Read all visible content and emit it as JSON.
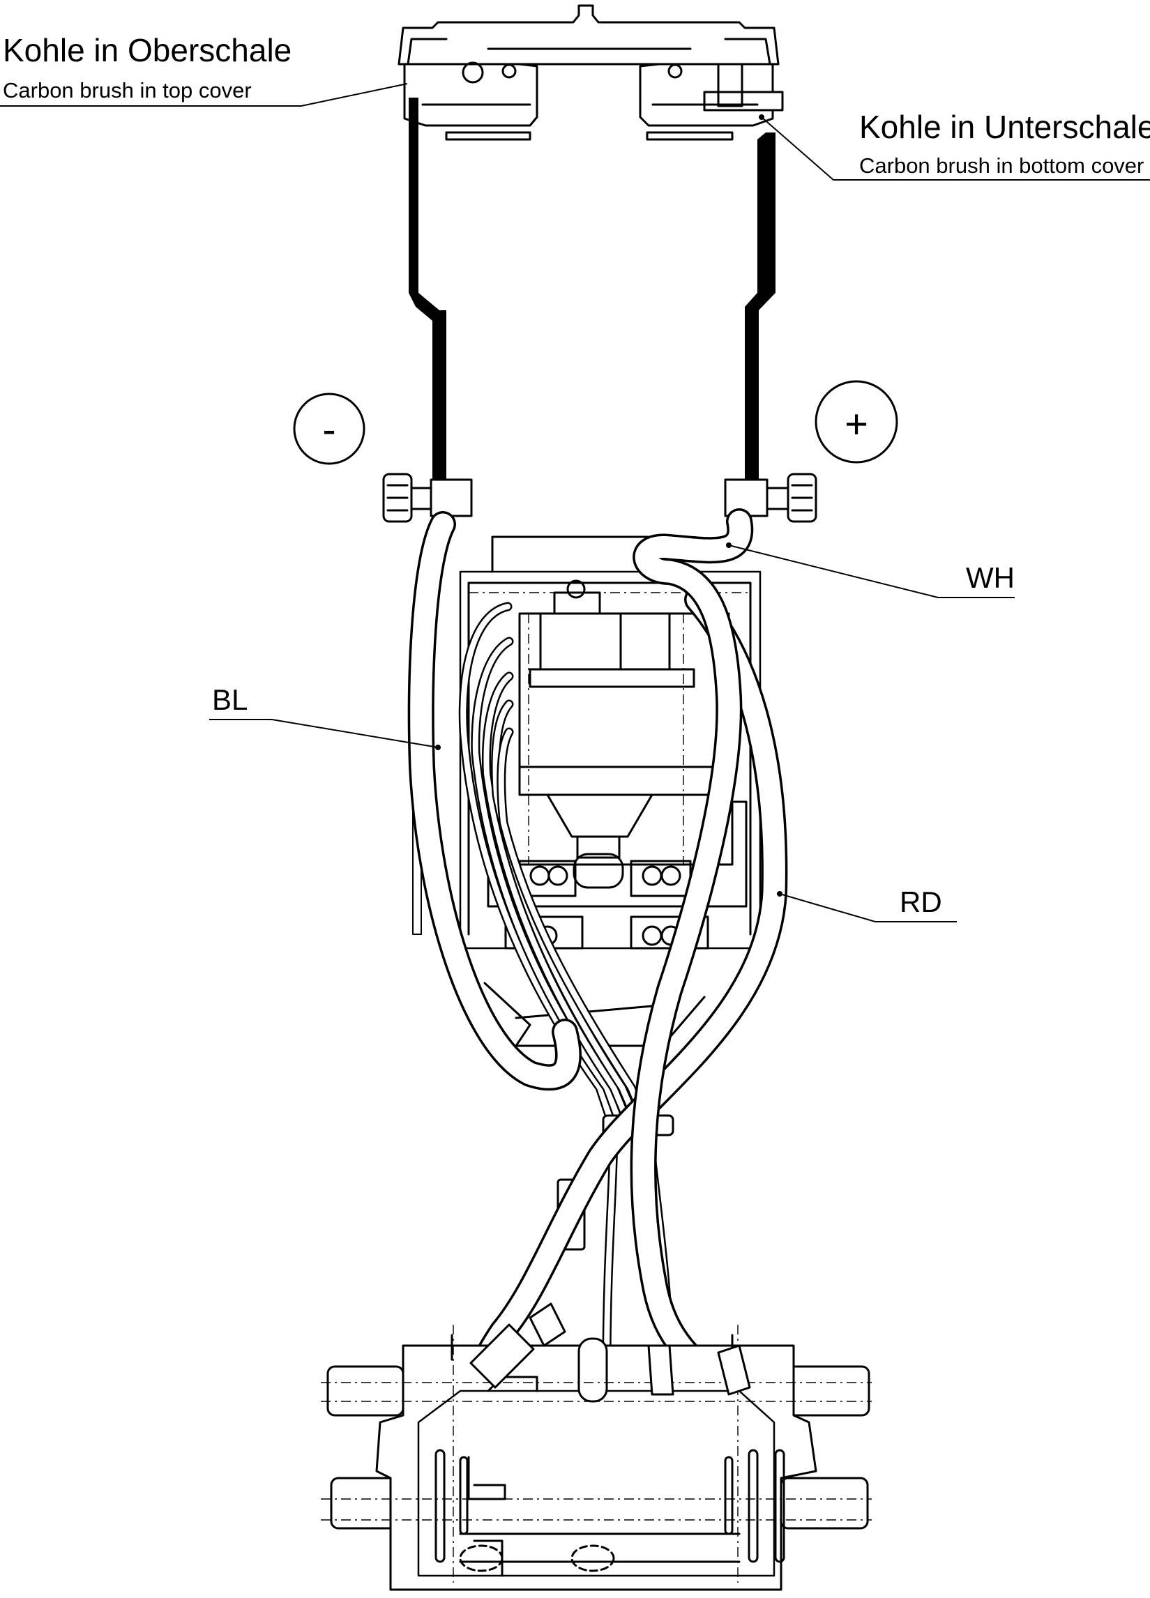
{
  "labels": {
    "top_brush_de": "Kohle in Oberschale",
    "top_brush_en": "Carbon brush in top cover",
    "bottom_brush_de": "Kohle in Unterschale",
    "bottom_brush_en": "Carbon brush in bottom cover",
    "minus_symbol": "-",
    "plus_symbol": "+",
    "wire_white": "WH",
    "wire_blue": "BL",
    "wire_red": "RD"
  }
}
